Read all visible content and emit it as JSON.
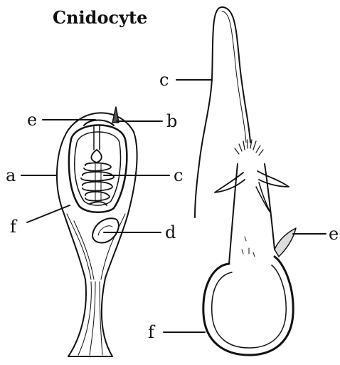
{
  "title": "Cnidocyte",
  "labels": {
    "left_e": "e",
    "left_b": "b",
    "left_a": "a",
    "left_c": "c",
    "left_f": "f",
    "left_d": "d",
    "right_c": "c",
    "right_e": "e",
    "right_f": "f"
  }
}
